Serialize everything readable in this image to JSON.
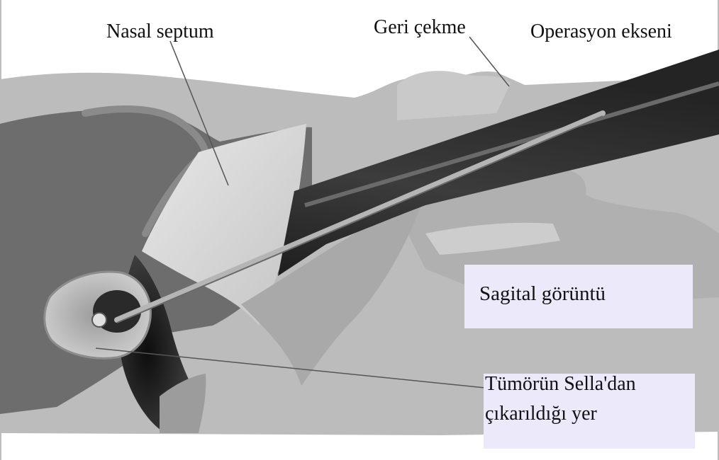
{
  "labels": {
    "nasal_septum": "Nasal septum",
    "retraction": "Geri çekme",
    "operation_axis": "Operasyon ekseni",
    "sagittal_view": "Sagital görüntü",
    "tumor_site_line1": "Tümörün Sella'dan",
    "tumor_site_line2": "çıkarıldığı yer"
  },
  "colors": {
    "label_box": "#ece9fb",
    "cavity": "#6f6f6f",
    "tissue": "#bcbcbc",
    "septum": "#d9d9d9",
    "speculum": "#2e2e2e",
    "instrument": "#b5b5b5"
  }
}
